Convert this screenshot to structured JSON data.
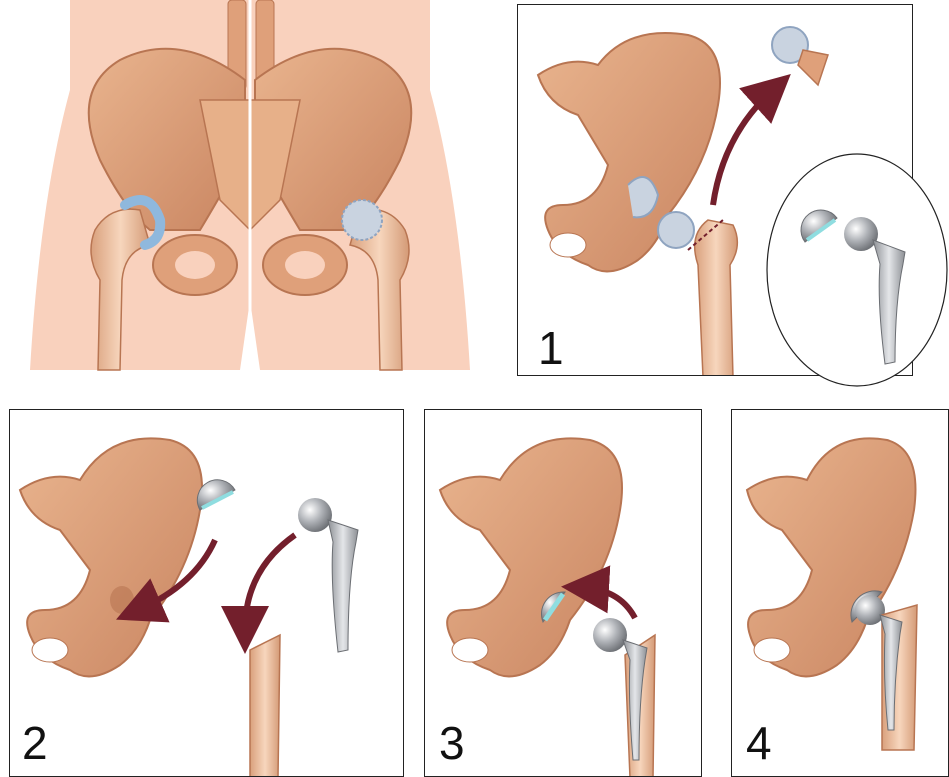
{
  "colors": {
    "skin": "#f9d1bd",
    "bone": "#dfa07a",
    "bone_dark": "#b87552",
    "bone_light": "#f4cdb0",
    "cartilage": "#8fb8dd",
    "arrow": "#731f2c",
    "metal": "#a9acb1",
    "liner": "#8fdde0"
  },
  "icons": [
    "pelvis",
    "femur",
    "hip-implant",
    "acetabular-cup",
    "curved-arrow"
  ],
  "panels": [
    {
      "number": "1"
    },
    {
      "number": "2"
    },
    {
      "number": "3"
    },
    {
      "number": "4"
    }
  ]
}
